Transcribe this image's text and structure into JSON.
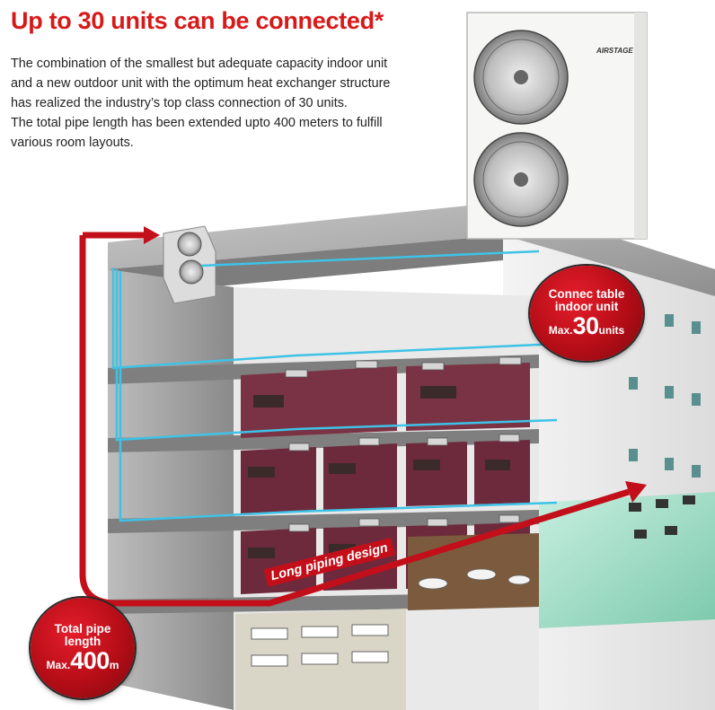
{
  "headline": "Up to 30 units can be connected*",
  "paragraph": {
    "line1": "The combination of the smallest but adequate capacity indoor unit",
    "line2": "and a new outdoor unit with the optimum heat exchanger structure",
    "line3": "has realized the industry’s top class connection of 30 units.",
    "line4": "The total pipe length has been extended upto 400 meters to fulfill",
    "line5": "various room layouts."
  },
  "badge_units": {
    "line1": "Connec table",
    "line2": "indoor unit",
    "max_prefix": "Max.",
    "value": "30",
    "unit": "units"
  },
  "badge_pipe": {
    "line1": "Total pipe",
    "line2": "length",
    "max_prefix": "Max.",
    "value": "400",
    "unit": "m"
  },
  "pipe_label": "Long piping design",
  "outdoor_unit_logo": "AIRSTAGE",
  "colors": {
    "accent_red": "#d81919",
    "pipe_red": "#c30f1a",
    "pipe_blue": "#3ec3e6",
    "building_gray": "#9a9a9a",
    "carpet": "#6b2a3a",
    "cafeteria_green": "#9fd8c0"
  }
}
